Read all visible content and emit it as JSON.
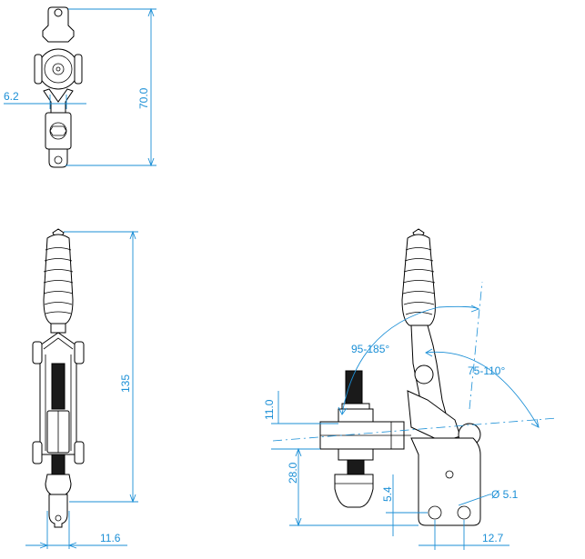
{
  "colors": {
    "dimension": "#1b8fd6",
    "outline": "#000000",
    "background": "#ffffff"
  },
  "dimensions": {
    "d_6_2": "6.2",
    "d_70_0": "70.0",
    "d_135": "135",
    "d_11_6": "11.6",
    "d_95_185": "95-185°",
    "d_75_110": "75-110°",
    "d_11_0": "11.0",
    "d_28_0": "28.0",
    "d_5_4": "5.4",
    "d_phi_5_1": "Ø 5.1",
    "d_12_7": "12.7"
  }
}
